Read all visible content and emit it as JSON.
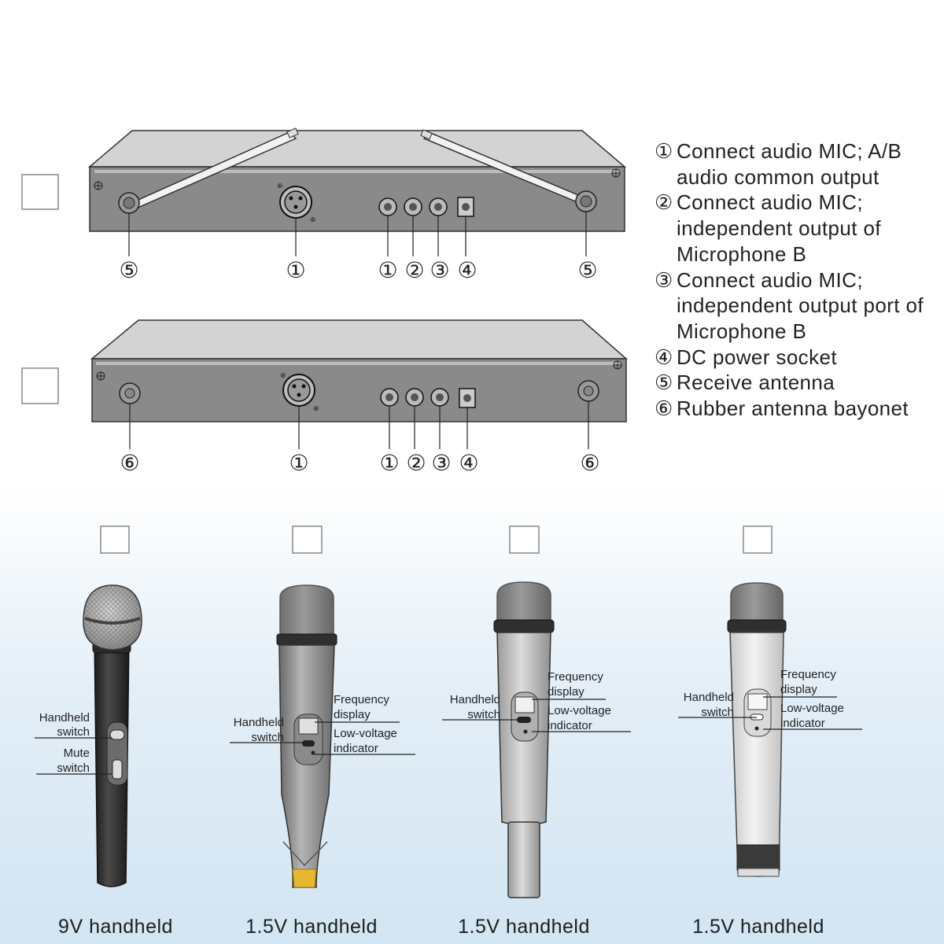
{
  "receivers": {
    "top": {
      "markers": [
        "⑤",
        "①",
        "①",
        "②",
        "③",
        "④",
        "⑤"
      ]
    },
    "bottom": {
      "markers": [
        "⑥",
        "①",
        "①",
        "②",
        "③",
        "④",
        "⑥"
      ]
    }
  },
  "legend": [
    {
      "num": "①",
      "text": "Connect audio MIC; A/B audio common output"
    },
    {
      "num": "②",
      "text": "Connect audio MIC; independent output of Microphone B"
    },
    {
      "num": "③",
      "text": "Connect audio MIC; independent output port of Microphone B"
    },
    {
      "num": "④",
      "text": "DC power socket"
    },
    {
      "num": "⑤",
      "text": "Receive antenna"
    },
    {
      "num": "⑥",
      "text": "Rubber antenna bayonet"
    }
  ],
  "mics": [
    {
      "caption": "9V handheld",
      "labels": {
        "a1": "Handheld",
        "a2": "switch",
        "b1": "Mute",
        "b2": "switch"
      }
    },
    {
      "caption": "1.5V handheld",
      "labels": {
        "a1": "Handheld",
        "a2": "switch",
        "b1": "Frequency",
        "b2": "display",
        "c1": "Low-voltage",
        "c2": "indicator"
      }
    },
    {
      "caption": "1.5V handheld",
      "labels": {
        "a1": "Handheld",
        "a2": "switch",
        "b1": "Frequency",
        "b2": "display",
        "c1": "Low-voltage",
        "c2": "indicator"
      }
    },
    {
      "caption": "1.5V handheld",
      "labels": {
        "a1": "Handheld",
        "a2": "switch",
        "b1": "Frequency",
        "b2": "display",
        "c1": "Low-voltage",
        "c2": "indicator"
      }
    }
  ],
  "colors": {
    "panel_top": "#d3d3d3",
    "panel_front": "#8a8a8a",
    "mic_dark": "#2f2f2f",
    "mic_gray": "#8c8c8c",
    "foam": "#7a7a7a",
    "background_gradient": "#cfe4f3"
  }
}
